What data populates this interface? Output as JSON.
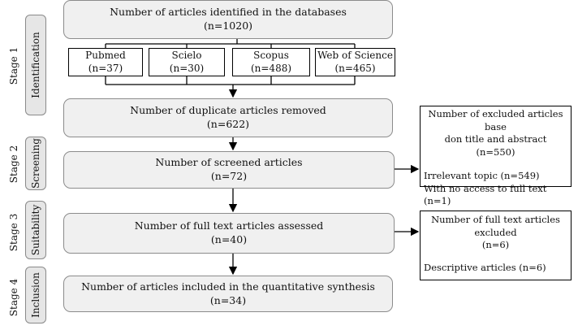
{
  "stages": [
    {
      "stage": "Stage 1",
      "tab": "Identification"
    },
    {
      "stage": "Stage 2",
      "tab": "Screening"
    },
    {
      "stage": "Stage 3",
      "tab": "Suitability"
    },
    {
      "stage": "Stage 4",
      "tab": "Inclusion"
    }
  ],
  "identified": {
    "text": "Number of articles identified in the databases",
    "count": "(n=1020)"
  },
  "databases": [
    {
      "name": "Pubmed",
      "count": "(n=37)"
    },
    {
      "name": "Scielo",
      "count": "(n=30)"
    },
    {
      "name": "Scopus",
      "count": "(n=488)"
    },
    {
      "name": "Web of Science",
      "count": "(n=465)"
    }
  ],
  "duplicates": {
    "text": "Number of duplicate articles removed",
    "count": "(n=622)"
  },
  "screened": {
    "text": "Number of screened articles",
    "count": "(n=72)"
  },
  "excluded_screening": {
    "title_line1": "Number of excluded articles base",
    "title_line2": "don title and abstract",
    "count": "(n=550)",
    "reason1": "Irrelevant topic (n=549)",
    "reason2": "With no access to full text (n=1)"
  },
  "assessed": {
    "text": "Number of full text articles assessed",
    "count": "(n=40)"
  },
  "excluded_fulltext": {
    "title_line1": "Number of full text articles",
    "title_line2": "excluded",
    "count": "(n=6)",
    "reason1": "Descriptive articles (n=6)"
  },
  "included": {
    "text": "Number of articles included in the quantitative synthesis",
    "count": "(n=34)"
  }
}
